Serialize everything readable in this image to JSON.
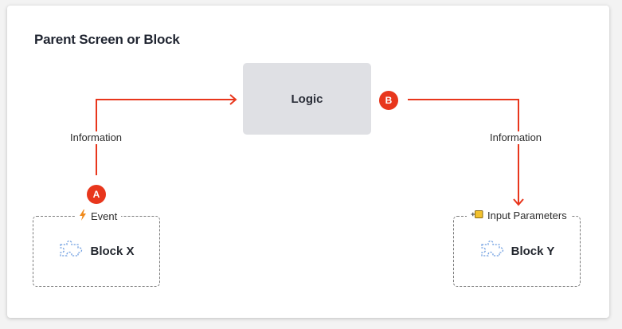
{
  "title": "Parent Screen or Block",
  "logic": {
    "label": "Logic"
  },
  "badges": {
    "a": "A",
    "b": "B"
  },
  "flows": {
    "left_label": "Information",
    "right_label": "Information"
  },
  "blocks": {
    "x": {
      "tag": "Event",
      "tag_icon": "lightning-icon",
      "name": "Block X",
      "icon": "puzzle-icon"
    },
    "y": {
      "tag": "Input Parameters",
      "tag_icon": "input-parameter-icon",
      "name": "Block Y",
      "icon": "puzzle-icon"
    }
  },
  "colors": {
    "accent": "#e8361c",
    "logic_fill": "#dfe0e4",
    "puzzle": "#6f9ee0",
    "event_icon": "#f08a1c",
    "param_icon": "#f2c12e"
  }
}
